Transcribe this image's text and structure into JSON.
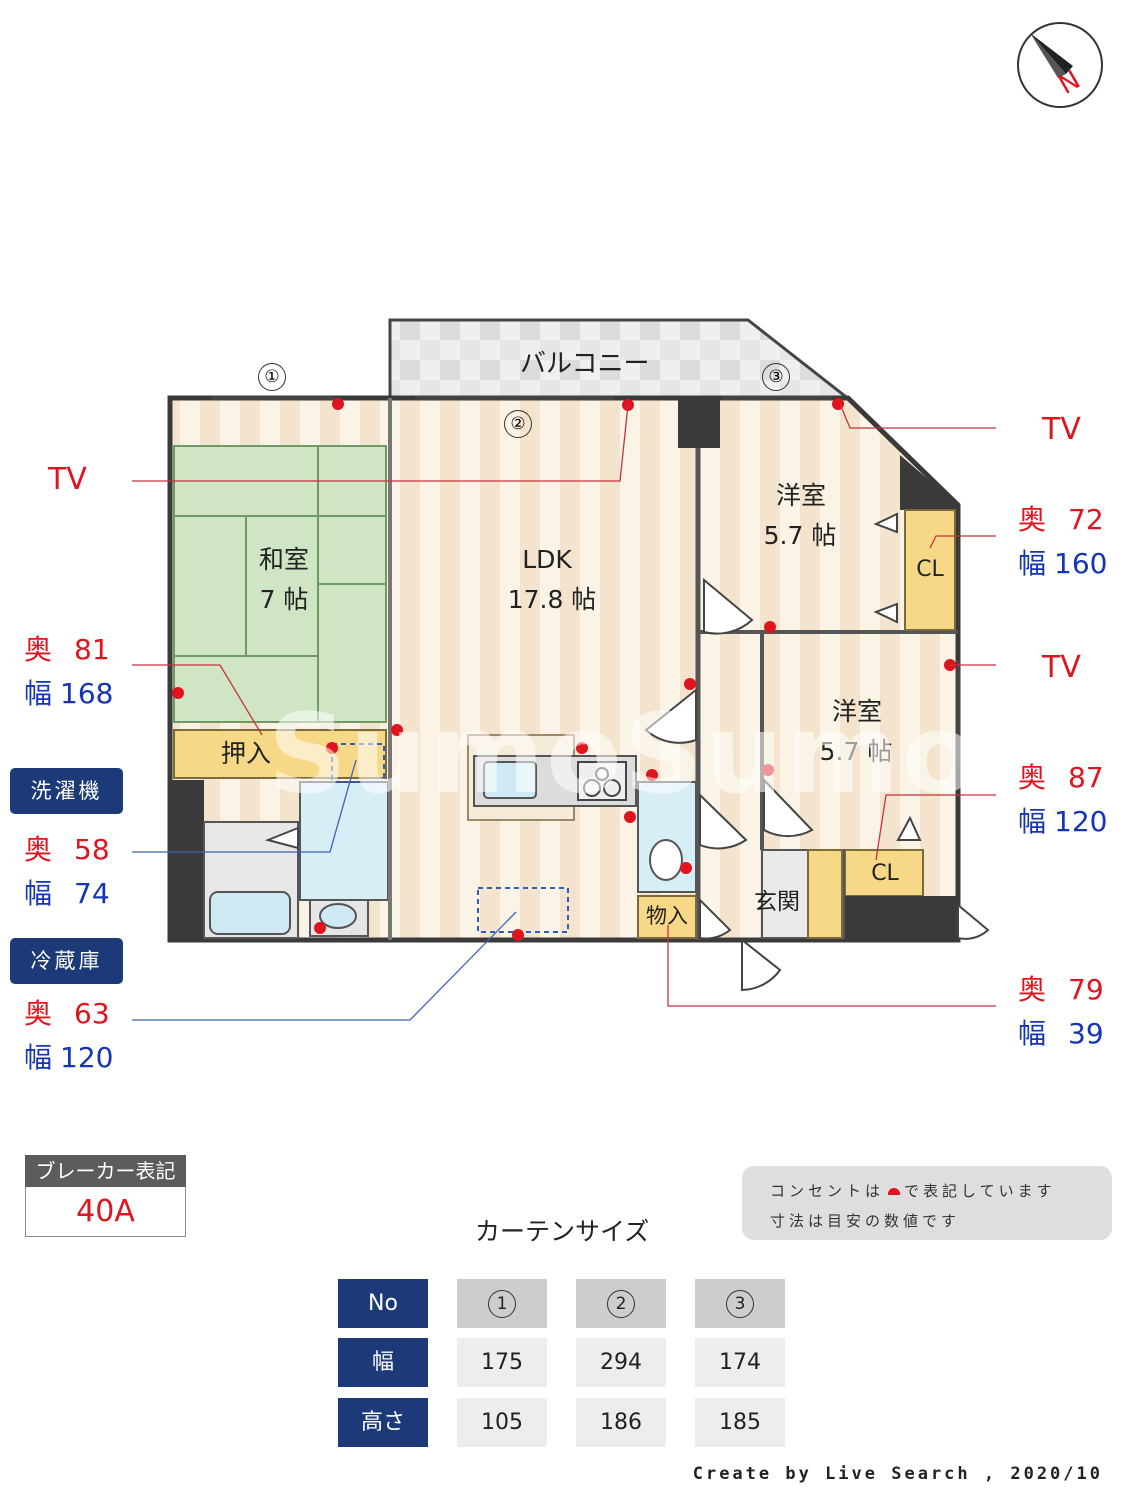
{
  "rooms": {
    "balcony": "バルコニー",
    "ldk_name": "LDK",
    "ldk_size": "17.8 帖",
    "washitsu_name": "和室",
    "washitsu_size": "7 帖",
    "yoshitsu1_name": "洋室",
    "yoshitsu1_size": "5.7 帖",
    "yoshitsu2_name": "洋室",
    "yoshitsu2_size": "5.7 帖",
    "oshiire": "押入",
    "closet1": "CL",
    "closet2": "CL",
    "genkan": "玄関",
    "storage": "物入"
  },
  "windows": [
    "①",
    "②",
    "③"
  ],
  "watermark": "SumoSumo",
  "callouts": {
    "tv_left": "TV",
    "tv_right_top": "TV",
    "tv_right_mid": "TV",
    "washitsu": {
      "oku_label": "奥",
      "oku": "81",
      "haba_label": "幅",
      "haba": "168"
    },
    "washer_badge": "洗濯機",
    "washer": {
      "oku_label": "奥",
      "oku": "58",
      "haba_label": "幅",
      "haba": "74"
    },
    "fridge_badge": "冷蔵庫",
    "fridge": {
      "oku_label": "奥",
      "oku": "63",
      "haba_label": "幅",
      "haba": "120"
    },
    "cl1": {
      "oku_label": "奥",
      "oku": "72",
      "haba_label": "幅",
      "haba": "160"
    },
    "cl2": {
      "oku_label": "奥",
      "oku": "87",
      "haba_label": "幅",
      "haba": "120"
    },
    "storage": {
      "oku_label": "奥",
      "oku": "79",
      "haba_label": "幅",
      "haba": "39"
    }
  },
  "breaker": {
    "label": "ブレーカー表記",
    "value": "40A"
  },
  "note": {
    "line1_a": "コンセントは",
    "line1_b": "で表記しています",
    "line2": "寸法は目安の数値です"
  },
  "curtain": {
    "title": "カーテンサイズ",
    "row_labels": [
      "No",
      "幅",
      "高さ"
    ],
    "numbers": [
      "1",
      "2",
      "3"
    ],
    "widths": [
      "175",
      "294",
      "174"
    ],
    "heights": [
      "105",
      "186",
      "185"
    ]
  },
  "compass": "N",
  "credit": "Create by Live Search , 2020/10",
  "colors": {
    "outlet": "#e0141e",
    "badge": "#1c3a78",
    "wall": "#3a3a3a",
    "tatami": "#cfe5c4",
    "floor": "#f3e3cc",
    "closet": "#f7d886"
  }
}
